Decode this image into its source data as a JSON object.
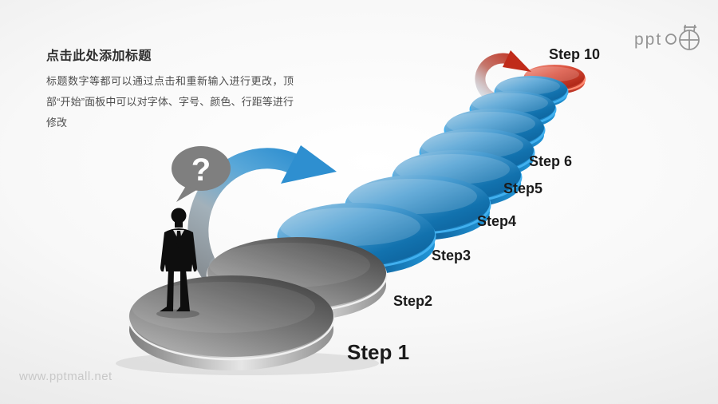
{
  "title_block": {
    "title": "点击此处添加标题",
    "body": "标题数字等都可以通过点击和重新输入进行更改，顶部“开始”面板中可以对字体、字号、颜色、行距等进行修改"
  },
  "logo": {
    "text": "ppt"
  },
  "watermark": {
    "text": "www.pptmall.net"
  },
  "annotations": {
    "question_mark": "?"
  },
  "steps": [
    {
      "label": "Step 1",
      "color": "#8a8a8a"
    },
    {
      "label": "Step2",
      "color": "#8a8a8a"
    },
    {
      "label": "Step3",
      "color": "#1b7fc0"
    },
    {
      "label": "Step4",
      "color": "#1b7fc0"
    },
    {
      "label": "Step5",
      "color": "#1b7fc0"
    },
    {
      "label": "Step 6",
      "color": "#1b7fc0"
    },
    {
      "label": "",
      "color": "#1b7fc0"
    },
    {
      "label": "",
      "color": "#1b7fc0"
    },
    {
      "label": "",
      "color": "#1b7fc0"
    },
    {
      "label": "Step 10",
      "color": "#c0392b"
    }
  ],
  "colors": {
    "blue_disc": "#1b7fc0",
    "red_disc": "#c0392b",
    "gray_disc": "#8a8a8a",
    "label_text": "#1b1b1b",
    "arrow_blue": "#2e8fd0",
    "arrow_red": "#c02b1a",
    "bubble_gray": "#7f7f7f"
  }
}
